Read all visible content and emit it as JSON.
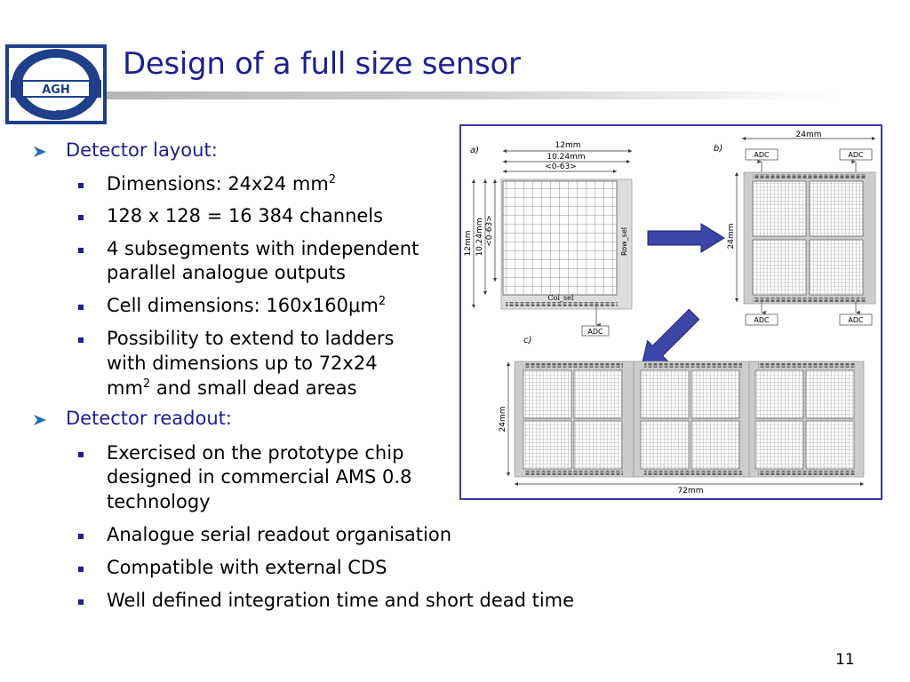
{
  "title": "Design of a full size sensor",
  "logo": {
    "text": "AGH"
  },
  "page_number": "11",
  "bullets": {
    "layout_heading": "Detector layout:",
    "dim_text": "Dimensions: 24x24 mm",
    "dim_sup": "2",
    "channels": "128 x 128 = 16 384 channels",
    "subseg_1": "4 subsegments with independent",
    "subseg_2": "parallel analogue outputs",
    "cell_text": "Cell dimensions: 160x160",
    "cell_mu": "μ",
    "cell_m": "m",
    "cell_sup": "2",
    "ladder_1": "Possibility to extend to ladders",
    "ladder_2": "with dimensions up to 72x24",
    "ladder_3a": "mm",
    "ladder_3sup": "2",
    "ladder_3b": " and small dead areas",
    "readout_heading": "Detector readout:",
    "proto_1": "Exercised on the prototype chip",
    "proto_2": "designed in commercial AMS 0.8",
    "proto_3": "technology",
    "serial": "Analogue serial readout organisation",
    "cds": "Compatible with external CDS",
    "integration": "Well defined integration time and short dead time"
  },
  "figure": {
    "panel_a": {
      "label": "a)",
      "dim_12mm": "12mm",
      "dim_1024mm": "10.24mm",
      "dim_range": "<0-63>",
      "row_sel": "Row_sel",
      "col_sel": "Col_sel",
      "adc": "ADC"
    },
    "panel_b": {
      "label": "b)",
      "dim_24mm_top": "24mm",
      "dim_24mm_side": "24mm",
      "adc_tl": "ADC",
      "adc_tr": "ADC",
      "adc_bl": "ADC",
      "adc_br": "ADC"
    },
    "panel_c": {
      "label": "c)",
      "dim_24mm_side": "24mm",
      "dim_72mm": "72mm"
    },
    "colors": {
      "frame": "#3a3a9a",
      "arrow": "#3c46a8",
      "title": "#1f1f8f"
    }
  }
}
